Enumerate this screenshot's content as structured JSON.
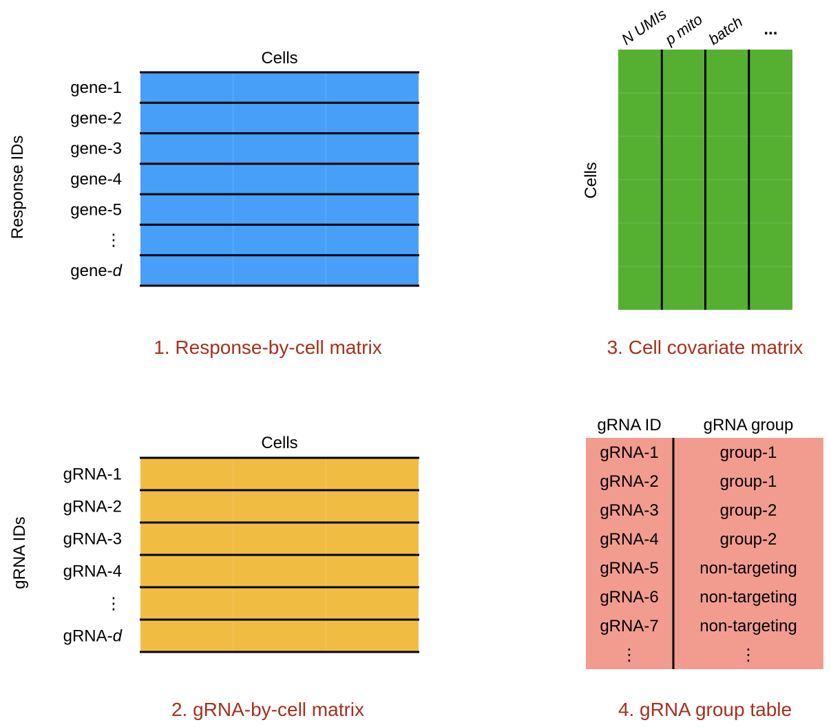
{
  "response_matrix": {
    "column_label": "Cells",
    "axis_label": "Response IDs",
    "rows": [
      {
        "prefix": "gene-",
        "suffix": "1"
      },
      {
        "prefix": "gene-",
        "suffix": "2"
      },
      {
        "prefix": "gene-",
        "suffix": "3"
      },
      {
        "prefix": "gene-",
        "suffix": "4"
      },
      {
        "prefix": "gene-",
        "suffix": "5"
      },
      {
        "prefix": "⋮",
        "suffix": ""
      },
      {
        "prefix": "gene-",
        "suffix": "d"
      }
    ],
    "caption": "1. Response-by-cell matrix",
    "fill_color": "#479ff8"
  },
  "grna_matrix": {
    "column_label": "Cells",
    "axis_label": "gRNA IDs",
    "rows": [
      {
        "prefix": "gRNA-",
        "suffix": "1"
      },
      {
        "prefix": "gRNA-",
        "suffix": "2"
      },
      {
        "prefix": "gRNA-",
        "suffix": "3"
      },
      {
        "prefix": "gRNA-",
        "suffix": "4"
      },
      {
        "prefix": "⋮",
        "suffix": ""
      },
      {
        "prefix": "gRNA-",
        "suffix": "d"
      }
    ],
    "caption": "2. gRNA-by-cell matrix",
    "fill_color": "#f0bd42"
  },
  "covariate_matrix": {
    "row_label": "Cells",
    "columns": [
      "N UMIs",
      "p mito",
      "batch",
      "..."
    ],
    "caption": "3. Cell covariate matrix",
    "fill_color": "#55b032"
  },
  "group_table": {
    "headers": [
      "gRNA ID",
      "gRNA group"
    ],
    "rows": [
      [
        "gRNA-1",
        "group-1"
      ],
      [
        "gRNA-2",
        "group-1"
      ],
      [
        "gRNA-3",
        "group-2"
      ],
      [
        "gRNA-4",
        "group-2"
      ],
      [
        "gRNA-5",
        "non-targeting"
      ],
      [
        "gRNA-6",
        "non-targeting"
      ],
      [
        "gRNA-7",
        "non-targeting"
      ],
      [
        "⋮",
        "⋮"
      ]
    ],
    "caption": "4. gRNA group table",
    "fill_color": "#f29c90"
  },
  "caption_color": "#a6301c"
}
